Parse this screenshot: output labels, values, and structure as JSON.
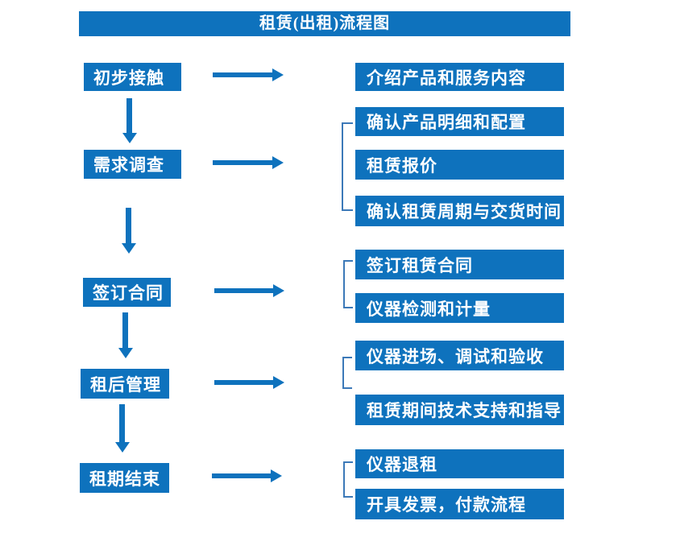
{
  "title": "租赁(出租)流程图",
  "colors": {
    "primary_blue": "#0e72bd",
    "bracket_blue": "#3c79b8",
    "text_white": "#ffffff",
    "background": "#ffffff"
  },
  "steps": [
    "初步接触",
    "需求调查",
    "签订合同",
    "租后管理",
    "租期结束"
  ],
  "details": [
    "介绍产品和服务内容",
    "确认产品明细和配置",
    "租赁报价",
    "确认租赁周期与交货时间",
    "签订租赁合同",
    "仪器检测和计量",
    "仪器进场、调试和验收",
    "租赁期间技术支持和指导",
    "仪器退租",
    "开具发票，付款流程"
  ]
}
